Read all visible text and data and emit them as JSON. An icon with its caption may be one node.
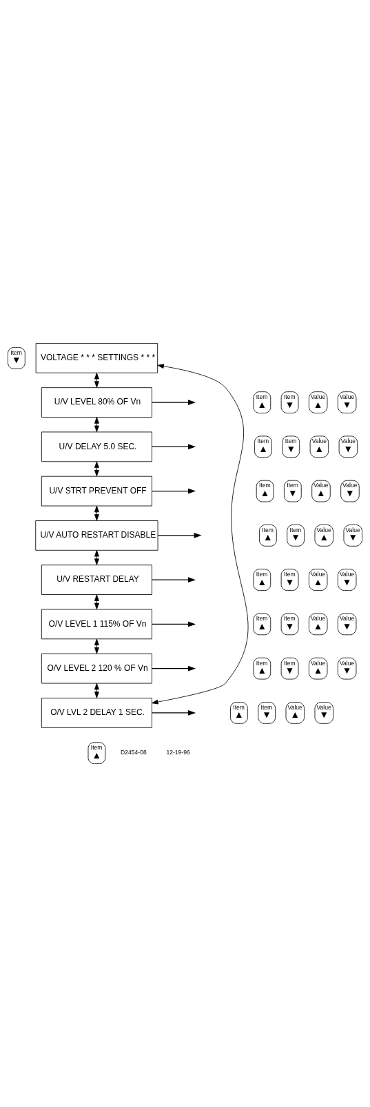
{
  "diagram": {
    "nodes": [
      {
        "text": [
          "Item",
          "▼"
        ]
      },
      {
        "text": [
          "VOLTAGE * * * SETTINGS * * *"
        ]
      },
      {
        "text": [
          "Item",
          "▲"
        ]
      },
      {
        "text": [
          "Item",
          "▼"
        ]
      },
      {
        "text": [
          "Value",
          "▲"
        ]
      },
      {
        "text": [
          "Value",
          "▼"
        ]
      },
      {
        "text": [
          "U/V LEVEL 80% OF Vn"
        ]
      },
      {
        "text": [
          "Item",
          "▲"
        ]
      },
      {
        "text": [
          "Item",
          "▼"
        ]
      },
      {
        "text": [
          "Value",
          "▲"
        ]
      },
      {
        "text": [
          "Value",
          "▼"
        ]
      },
      {
        "text": [
          "U/V DELAY 5.0 SEC."
        ]
      },
      {
        "text": [
          "Item",
          "▲"
        ]
      },
      {
        "text": [
          "Item",
          "▼"
        ]
      },
      {
        "text": [
          "Value",
          "▲"
        ]
      },
      {
        "text": [
          "Value",
          "▼"
        ]
      },
      {
        "text": [
          "U/V STRT PREVENT OFF"
        ]
      },
      {
        "text": [
          "Item",
          "▲"
        ]
      },
      {
        "text": [
          "Item",
          "▼"
        ]
      },
      {
        "text": [
          "Value",
          "▲"
        ]
      },
      {
        "text": [
          "Value",
          "▼"
        ]
      },
      {
        "text": [
          "U/V AUTO RESTART DISABLE"
        ]
      },
      {
        "text": [
          "Item",
          "▲"
        ]
      },
      {
        "text": [
          "Item",
          "▼"
        ]
      },
      {
        "text": [
          "Value",
          "▲"
        ]
      },
      {
        "text": [
          "Value",
          "▼"
        ]
      },
      {
        "text": [
          "U/V RESTART DELAY"
        ]
      },
      {
        "text": [
          "Item",
          "▲"
        ]
      },
      {
        "text": [
          "Item",
          "▼"
        ]
      },
      {
        "text": [
          "Value",
          "▲"
        ]
      },
      {
        "text": [
          "Value",
          "▼"
        ]
      },
      {
        "text": [
          "O/V LEVEL 1 115% OF Vn"
        ]
      },
      {
        "text": [
          "Item",
          "▲"
        ]
      },
      {
        "text": [
          "Item",
          "▼"
        ]
      },
      {
        "text": [
          "Value",
          "▲"
        ]
      },
      {
        "text": [
          "Value",
          "▼"
        ]
      },
      {
        "text": [
          "O/V LEVEL 2 120 % OF Vn"
        ]
      },
      {
        "text": [
          "Item",
          "▲"
        ]
      },
      {
        "text": [
          "Item",
          "▼"
        ]
      },
      {
        "text": [
          "Value",
          "▲"
        ]
      },
      {
        "text": [
          "Value",
          "▼"
        ]
      },
      {
        "text": [
          "O/V LVL 2 DELAY 1 SEC."
        ]
      },
      {
        "text": [
          "Item",
          "▲"
        ]
      }
    ],
    "edges": [
      {
        "from": 41,
        "to": 1,
        "arrow": "both"
      },
      {
        "from": 1,
        "to": 6,
        "arrow": "both"
      },
      {
        "from": 6,
        "to": 11,
        "arrow": "both"
      },
      {
        "from": 11,
        "to": 16,
        "arrow": "both"
      },
      {
        "from": 16,
        "to": 21,
        "arrow": "both"
      },
      {
        "from": 21,
        "to": 26,
        "arrow": "both"
      },
      {
        "from": 26,
        "to": 31,
        "arrow": "both"
      },
      {
        "from": 31,
        "to": 36,
        "arrow": "both"
      },
      {
        "from": 36,
        "to": 41,
        "arrow": "both"
      },
      {
        "from": 6,
        "to": null,
        "arrow": "to"
      },
      {
        "from": 11,
        "to": null,
        "arrow": "to"
      },
      {
        "from": 16,
        "to": null,
        "arrow": "to"
      },
      {
        "from": 21,
        "to": null,
        "arrow": "to"
      },
      {
        "from": 26,
        "to": null,
        "arrow": "to"
      },
      {
        "from": 31,
        "to": null,
        "arrow": "to"
      },
      {
        "from": 36,
        "to": null,
        "arrow": "to"
      },
      {
        "from": 41,
        "to": null,
        "arrow": "to"
      }
    ],
    "labels": [
      "D2454-08",
      "12-19-96"
    ]
  }
}
